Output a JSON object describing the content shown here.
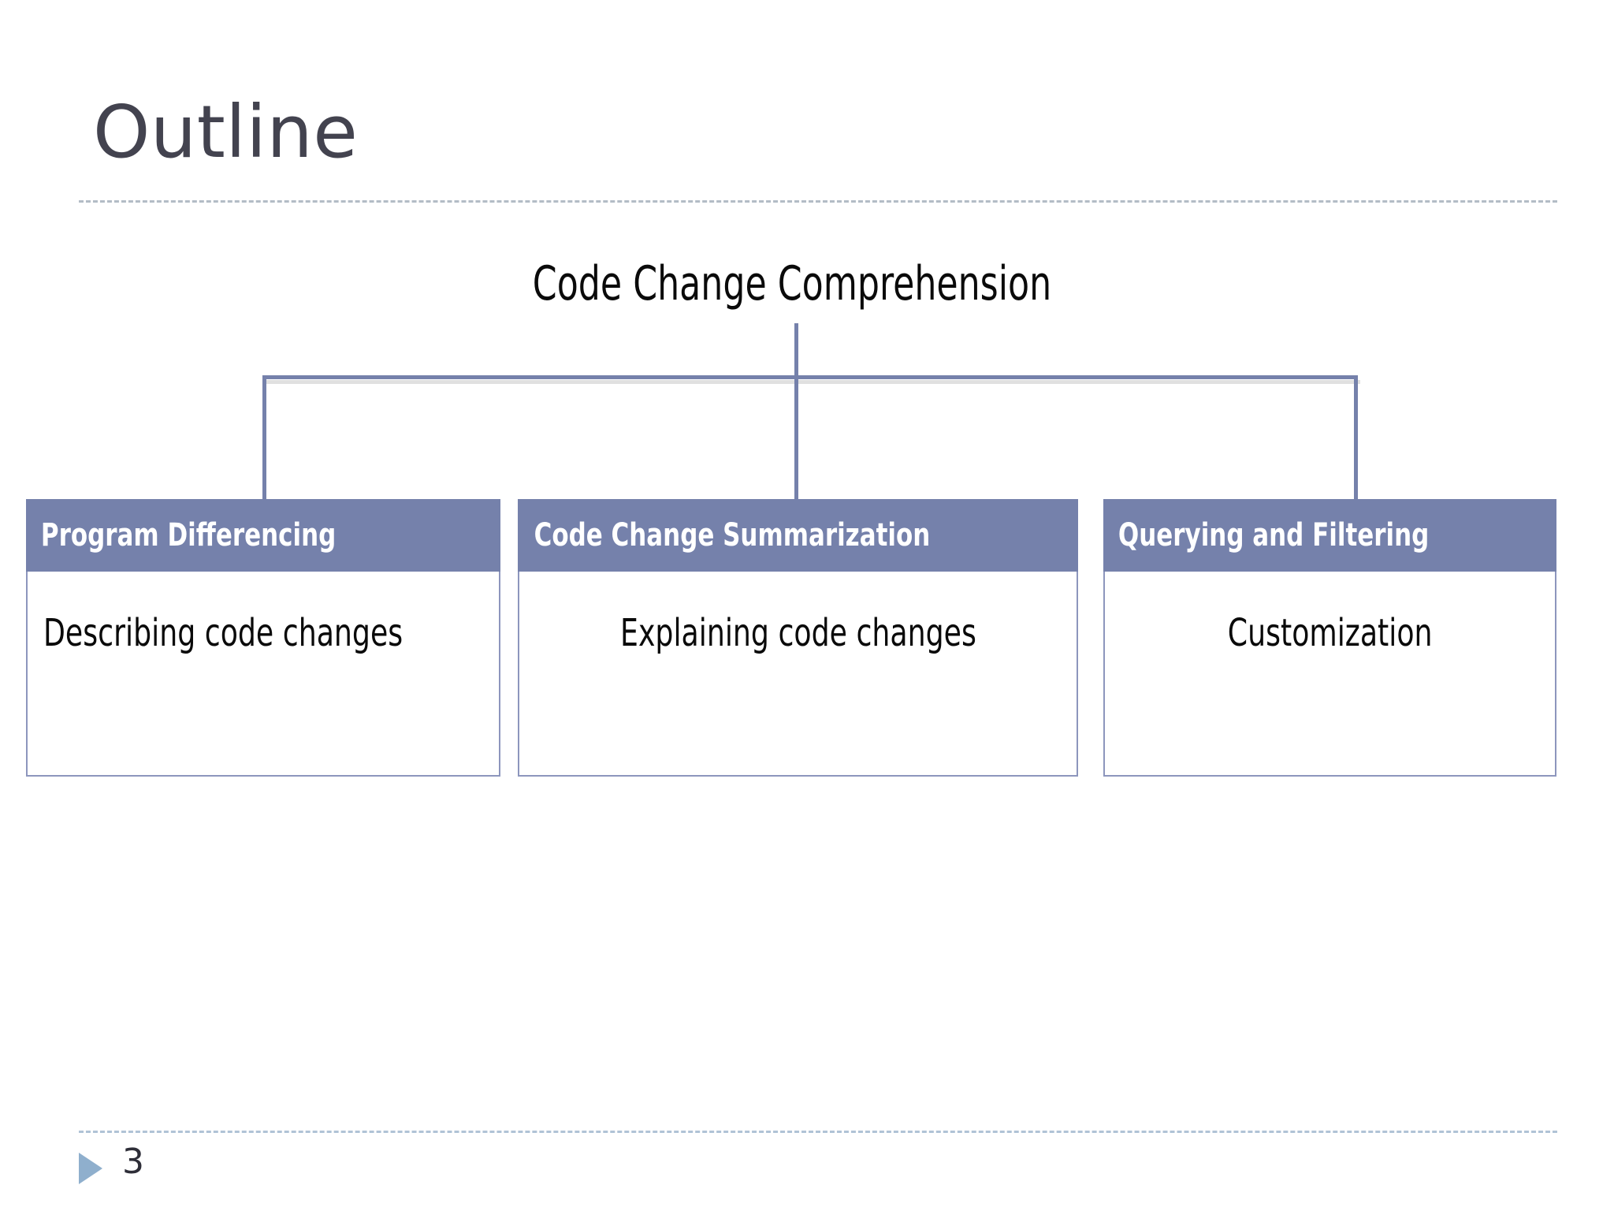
{
  "slide": {
    "title": "Outline",
    "page_number": "3",
    "bullet_icon": "triangle-right-icon",
    "colors": {
      "title_text": "#43434f",
      "header_band": "#7581ab",
      "box_border": "#8d96bd",
      "connector": "#7581ab",
      "title_rule": "#9aa6b4",
      "footer_rule": "#a8bdd2",
      "footer_bullet": "#8fafcd",
      "body_text": "#0a0a0a",
      "background": "#ffffff"
    }
  },
  "diagram": {
    "type": "hierarchy",
    "root": "Code Change Comprehension",
    "nodes": [
      {
        "header": "Program Differencing",
        "body": "Describing code changes"
      },
      {
        "header": "Code Change Summarization",
        "body": "Explaining code changes"
      },
      {
        "header": "Querying and Filtering",
        "body": "Customization"
      }
    ]
  }
}
